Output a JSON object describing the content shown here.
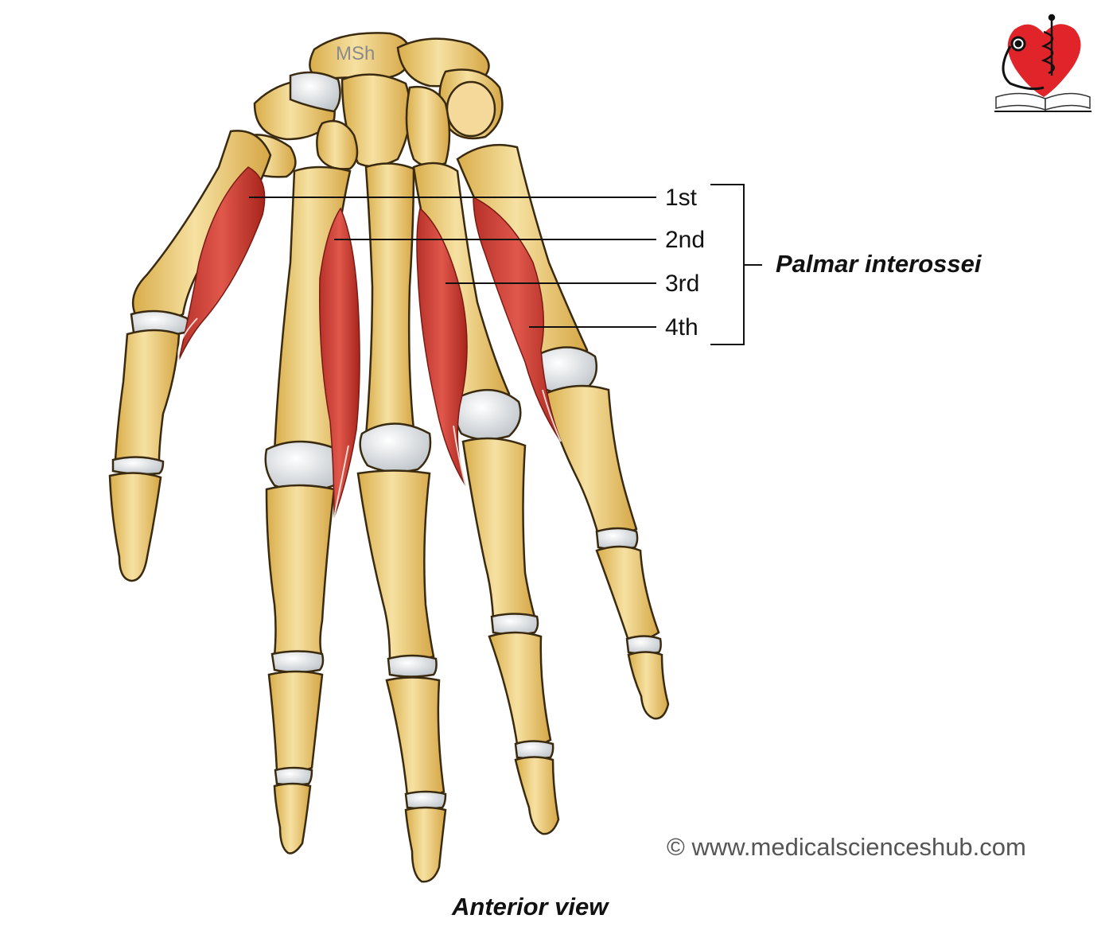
{
  "figure": {
    "caption": "Anterior view",
    "watermark": "MSh",
    "copyright": "© www.medicalscienceshub.com"
  },
  "group_label": "Palmar interossei",
  "muscle_labels": [
    {
      "id": "first",
      "text": "1st"
    },
    {
      "id": "second",
      "text": "2nd"
    },
    {
      "id": "third",
      "text": "3rd"
    },
    {
      "id": "fourth",
      "text": "4th"
    }
  ],
  "colors": {
    "bone": "#f1d58c",
    "bone_shade": "#d9ad4a",
    "bone_outline": "#3a2a10",
    "cartilage": "#dfe3e6",
    "muscle": "#d94a3f",
    "muscle_dark": "#a8251c",
    "logo_heart": "#e0242a",
    "leader_line": "#111111"
  },
  "icons": [
    "medical-heart-logo-icon",
    "stethoscope-icon",
    "caduceus-icon",
    "open-book-icon"
  ]
}
